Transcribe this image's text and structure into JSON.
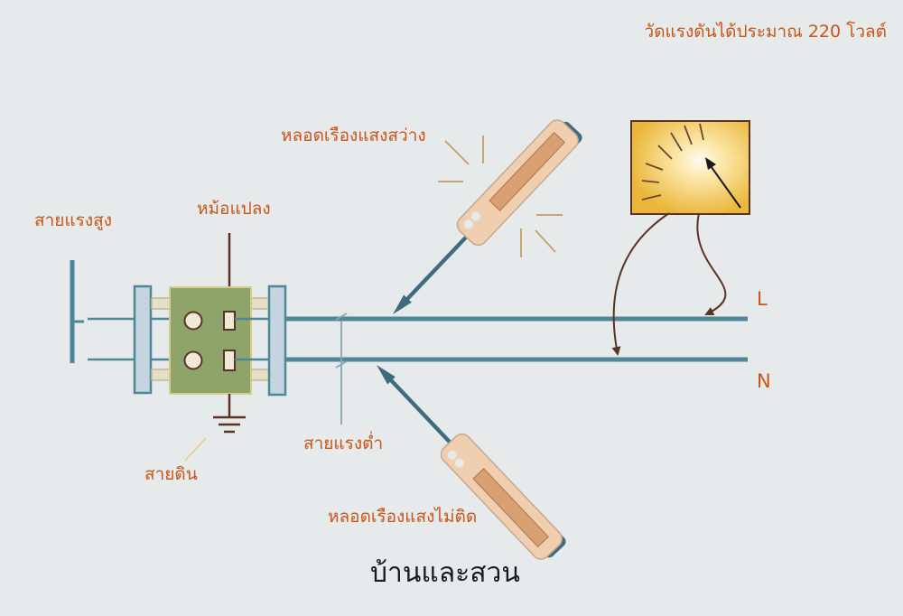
{
  "labels": {
    "voltmeter_reading": "วัดแรงดันได้ประมาณ 220 โวลต์",
    "bright_lamp": "หลอดเรืองแสงสว่าง",
    "transformer": "หม้อแปลง",
    "high_voltage_line": "สายแรงสูง",
    "line_L": "L",
    "line_N": "N",
    "low_voltage_line": "สายแรงต่ำ",
    "ground_wire": "สายดิน",
    "unlit_lamp": "หลอดเรืองแสงไม่ติด"
  },
  "caption": "บ้านและสวน",
  "colors": {
    "background": "#e6eaea",
    "label": "#c8551a",
    "wire": "#4f8796",
    "insulator": "#c4d4e0",
    "transformer": "#8ea46a",
    "meter": "#eab73a",
    "arrow": "#5a3327",
    "screwdriver_handle": "#efcfb0"
  },
  "icons": [
    "voltmeter-icon",
    "screwdriver-tester-icon",
    "ground-symbol-icon",
    "light-burst-icon"
  ]
}
